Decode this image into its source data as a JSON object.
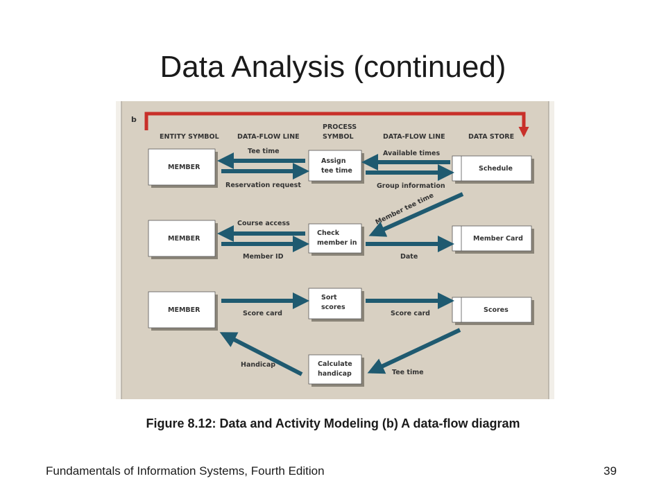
{
  "slide": {
    "title": "Data Analysis (continued)",
    "caption": "Figure 8.12: Data and Activity Modeling (b) A data-flow diagram",
    "footer_left": "Fundamentals of Information Systems, Fourth Edition",
    "page_number": "39"
  },
  "diagram": {
    "panel_letter": "b",
    "headers": {
      "entity": "ENTITY SYMBOL",
      "flow_left": "DATA-FLOW LINE",
      "process_line1": "PROCESS",
      "process_line2": "SYMBOL",
      "flow_right": "DATA-FLOW LINE",
      "store": "DATA STORE"
    },
    "entities": [
      "MEMBER",
      "MEMBER",
      "MEMBER"
    ],
    "processes": {
      "assign": [
        "Assign",
        "tee time"
      ],
      "check": [
        "Check",
        "member in"
      ],
      "sort": [
        "Sort",
        "scores"
      ],
      "calc": [
        "Calculate",
        "handicap"
      ]
    },
    "stores": [
      "Schedule",
      "Member Card",
      "Scores"
    ],
    "flows": {
      "tee_time": "Tee time",
      "reservation_request": "Reservation request",
      "available_times": "Available times",
      "group_information": "Group information",
      "member_tee_time": "Member tee time",
      "course_access": "Course access",
      "member_id": "Member ID",
      "date": "Date",
      "score_card_left": "Score card",
      "score_card_right": "Score card",
      "handicap": "Handicap",
      "tee_time_bottom": "Tee time"
    },
    "colors": {
      "background": "#d8d0c2",
      "arrow": "#1f5a70",
      "top_arrow": "#c8302a",
      "box_fill": "#ffffff"
    }
  }
}
